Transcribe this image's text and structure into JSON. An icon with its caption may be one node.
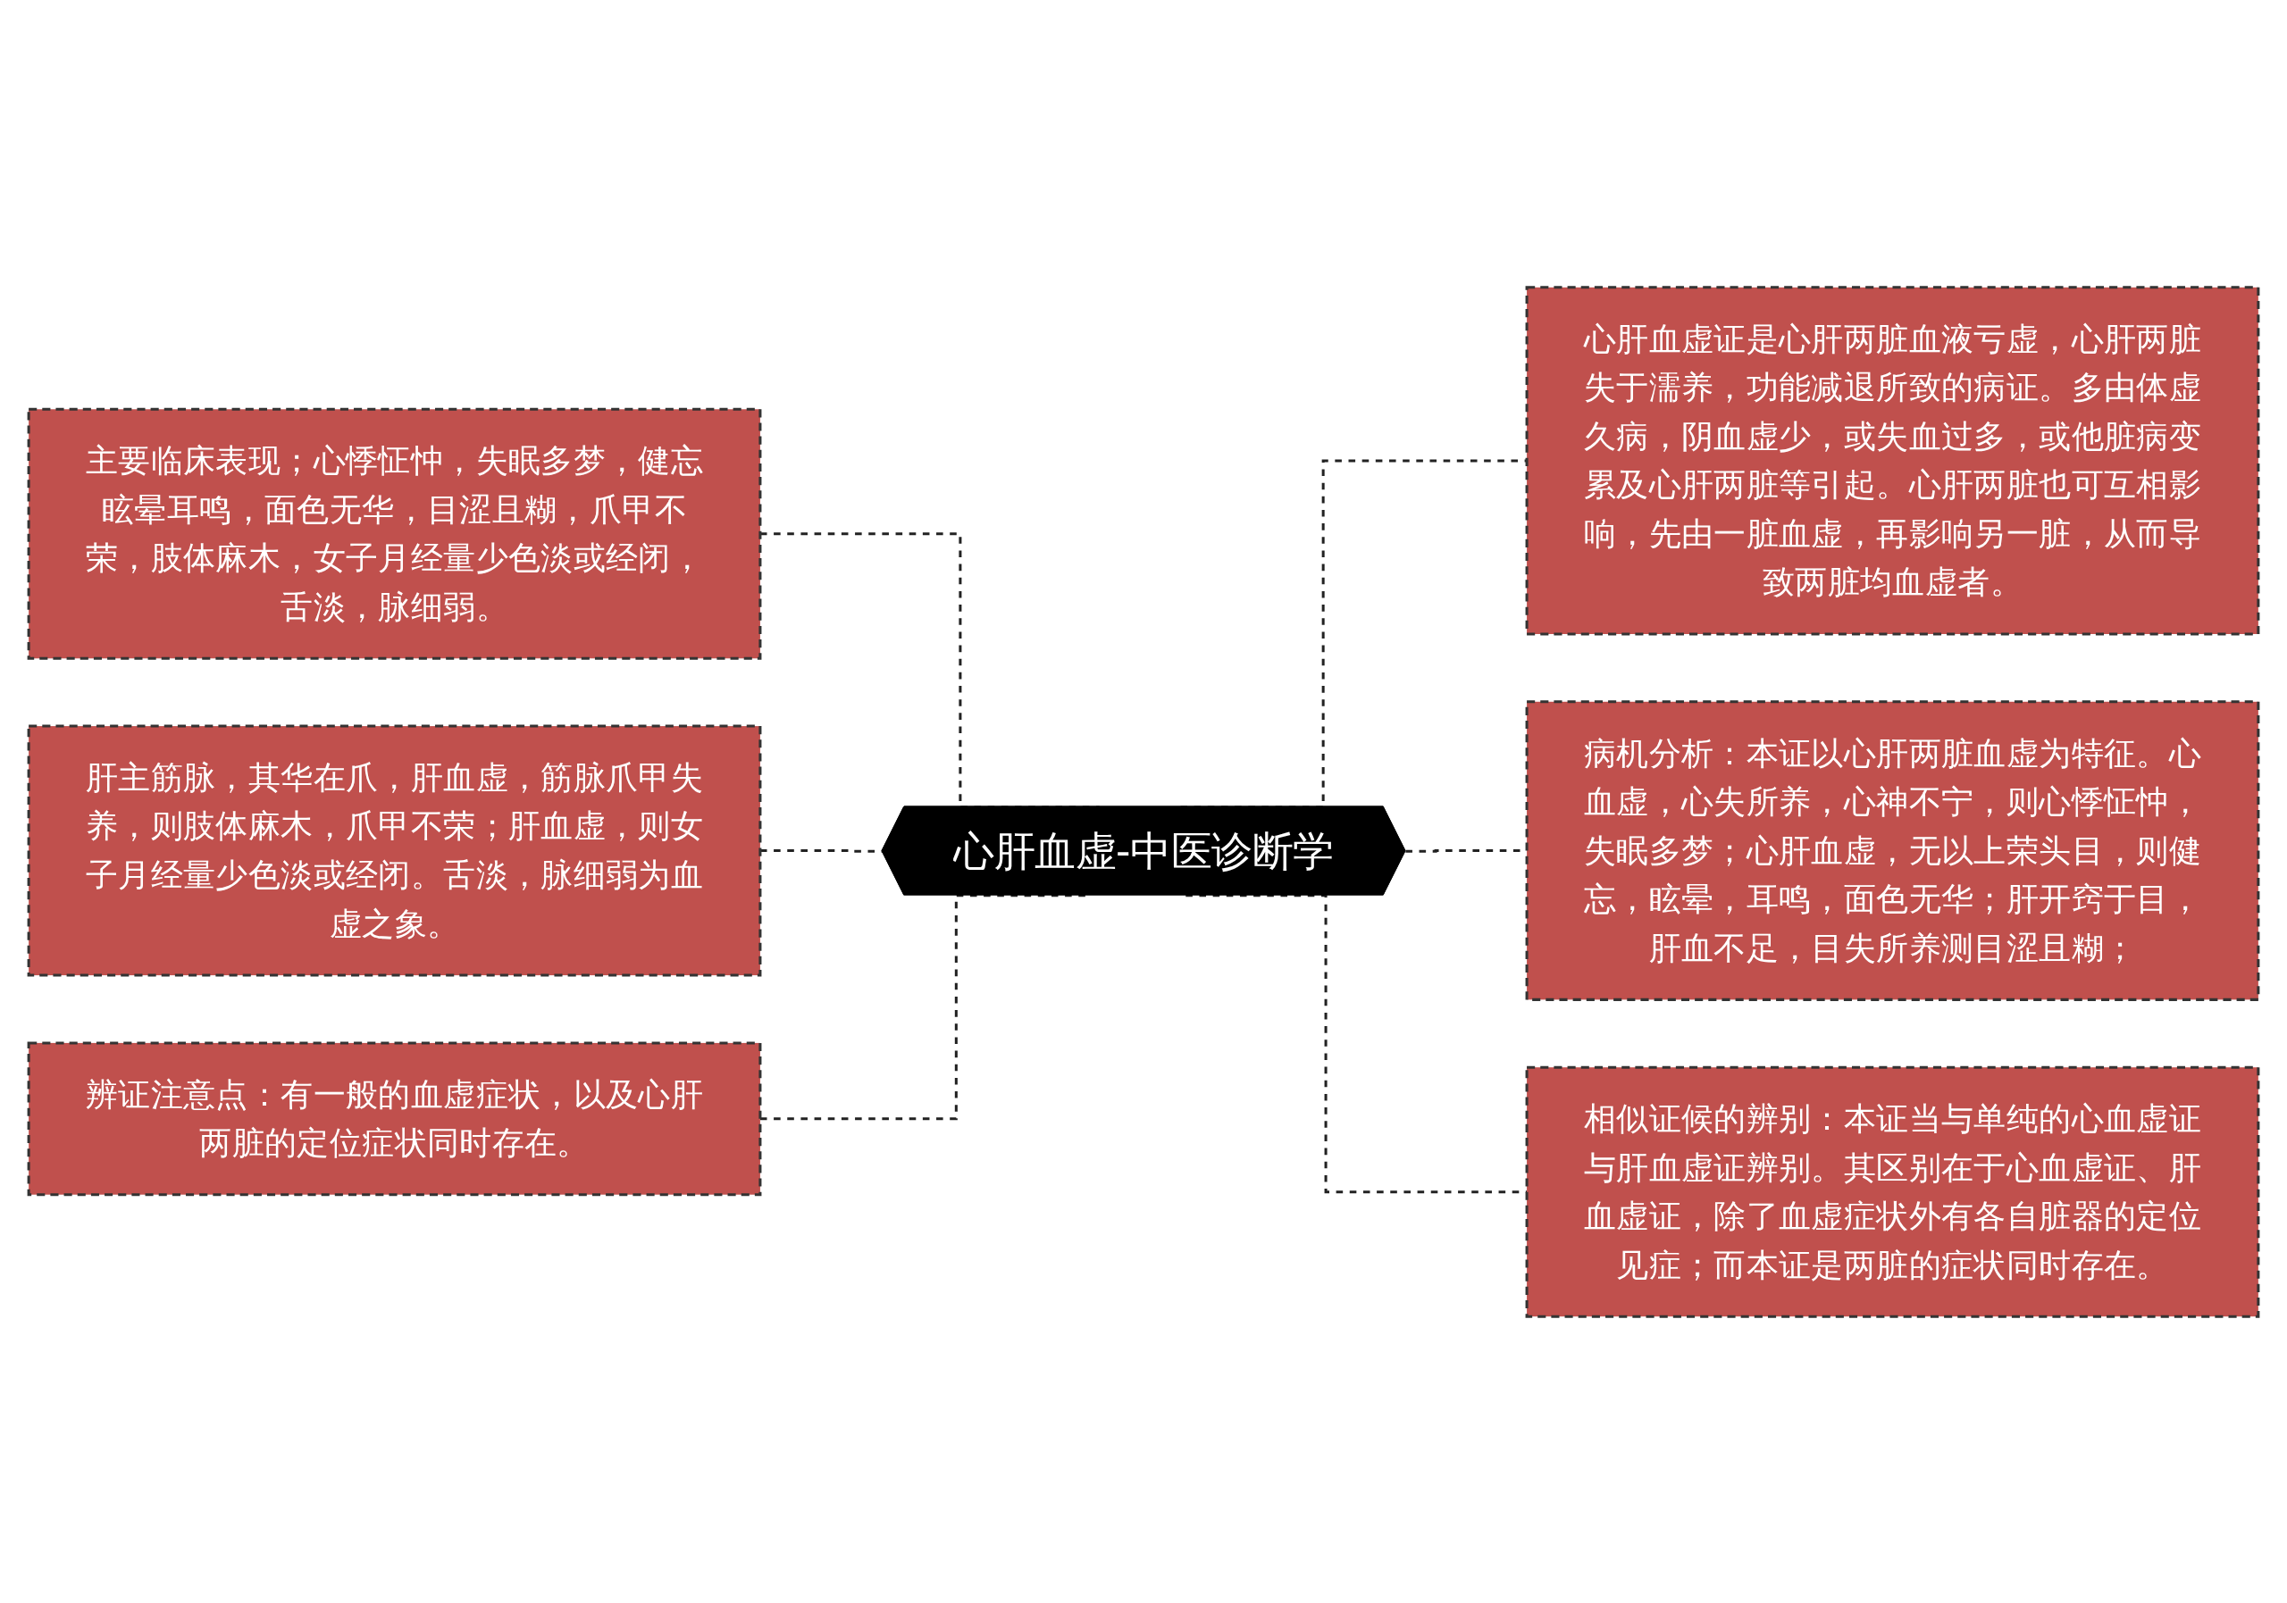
{
  "diagram": {
    "nodes": [
      {
        "text": [
          "心肝血虚-中医诊断学"
        ]
      },
      {
        "text": [
          "主要临床表现；心悸怔忡，失眠多梦，健忘眩晕耳鸣，面色无华，目涩且糊，爪甲不荣，肢体麻木，女子月经量少色淡或经闭，舌淡，脉细弱。"
        ]
      },
      {
        "text": [
          "肝主筋脉，其华在爪，肝血虚，筋脉爪甲失养，则肢体麻木，爪甲不荣；肝血虚，则女子月经量少色淡或经闭。舌淡，脉细弱为血虚之象。"
        ]
      },
      {
        "text": [
          "辨证注意点：有一般的血虚症状，以及心肝两脏的定位症状同时存在。"
        ]
      },
      {
        "text": [
          "心肝血虚证是心肝两脏血液亏虚，心肝两脏失于濡养，功能减退所致的病证。多由体虚久病，阴血虚少，或失血过多，或他脏病变累及心肝两脏等引起。心肝两脏也可互相影响，先由一脏血虚，再影响另一脏，从而导致两脏均血虚者。"
        ]
      },
      {
        "text": [
          "病机分析：本证以心肝两脏血虚为特征。心血虚，心失所养，心神不宁，则心悸怔忡，失眠多梦；心肝血虚，无以上荣头目，则健忘，眩晕，耳鸣，面色无华；肝开窍于目，肝血不足，目失所养测目涩且糊；"
        ]
      },
      {
        "text": [
          "相似证候的辨别：本证当与单纯的心血虚证与肝血虚证辨别。其区别在于心血虚证、肝血虚证，除了血虚症状外有各自脏器的定位见症；而本证是两脏的症状同时存在。"
        ]
      }
    ],
    "edges": [
      {
        "from": 0,
        "to": 1,
        "arrow": "none",
        "style": "dashed"
      },
      {
        "from": 0,
        "to": 2,
        "arrow": "none",
        "style": "dashed"
      },
      {
        "from": 0,
        "to": 3,
        "arrow": "none",
        "style": "dashed"
      },
      {
        "from": 0,
        "to": 4,
        "arrow": "none",
        "style": "dashed"
      },
      {
        "from": 0,
        "to": 5,
        "arrow": "none",
        "style": "dashed"
      },
      {
        "from": 0,
        "to": 6,
        "arrow": "none",
        "style": "dashed"
      }
    ]
  }
}
